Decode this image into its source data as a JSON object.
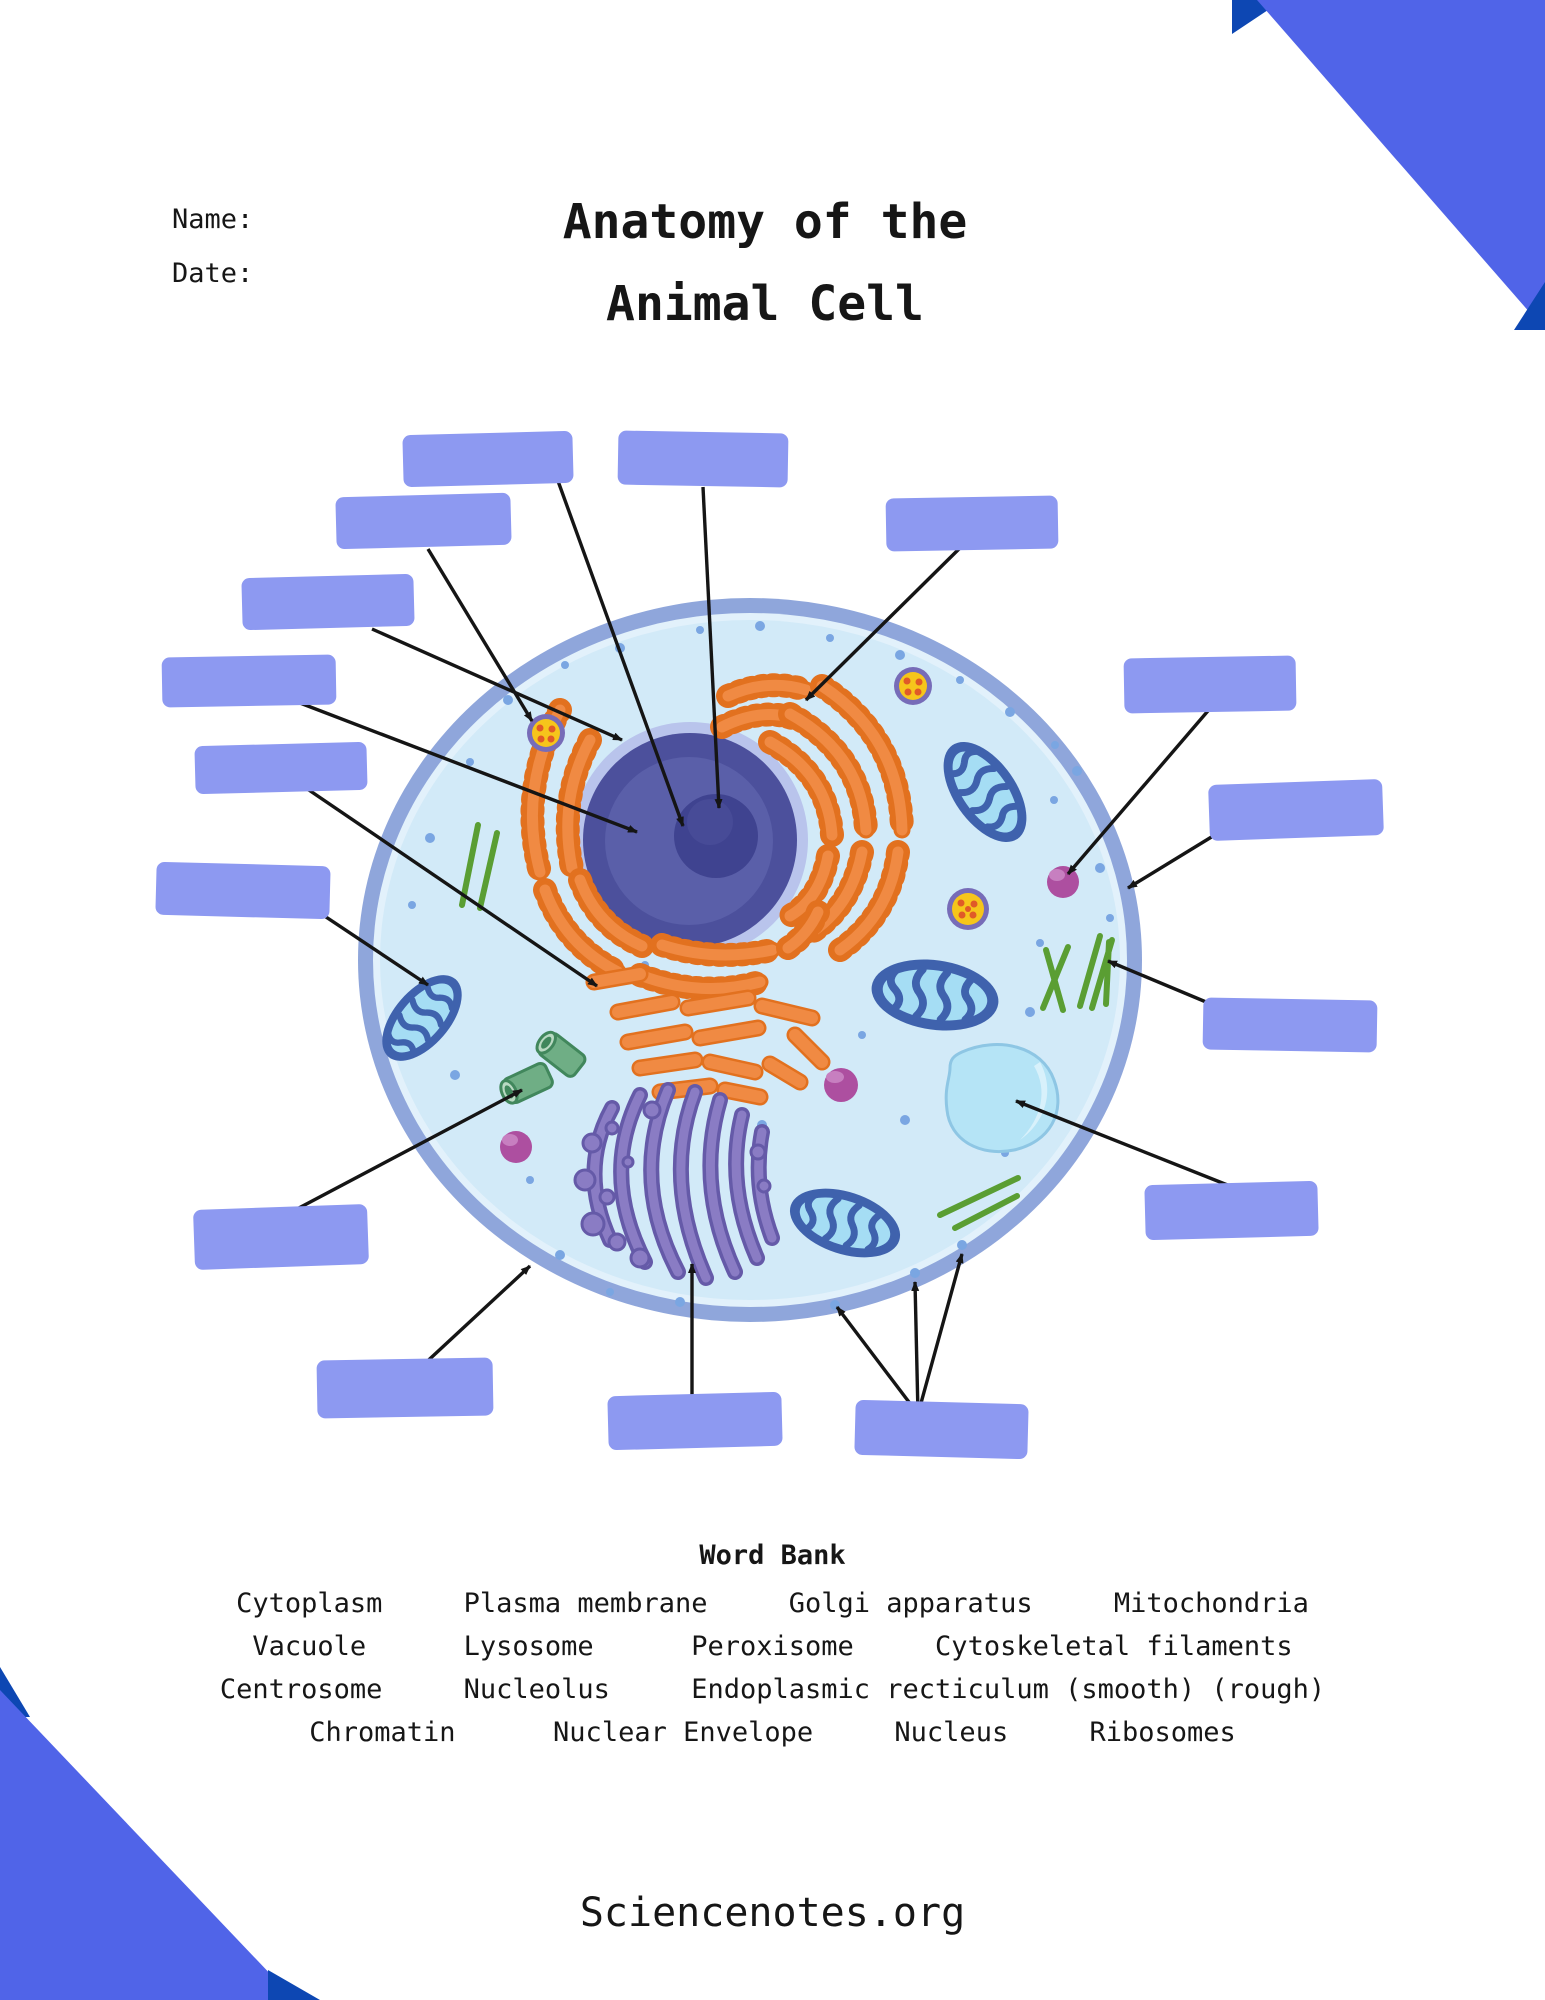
{
  "header": {
    "name_label": "Name:",
    "date_label": "Date:",
    "title_line1": "Anatomy of the",
    "title_line2": "Animal Cell"
  },
  "word_bank": {
    "title": "Word Bank",
    "rows": [
      "Cytoplasm     Plasma membrane     Golgi apparatus     Mitochondria",
      "Vacuole      Lysosome      Peroxisome     Cytoskeletal filaments",
      "Centrosome     Nucleolus     Endoplasmic recticulum (smooth) (rough)",
      "Chromatin      Nuclear Envelope     Nucleus     Ribosomes"
    ]
  },
  "footer": {
    "site": "Sciencenotes.org"
  },
  "colors": {
    "box_blue": "#8d99f1",
    "corner_blue": "#5064e8",
    "corner_navy": "#0d47b3",
    "cell_membrane": "#8fa6db",
    "cell_rim": "#e2f1fb",
    "cytoplasm": "#d2eaf8",
    "ribosome_blue": "#7aa6e2",
    "nucleus_envelope": "#b9c4ec",
    "nucleus_body": "#4c509c",
    "nucleus_mid": "#5a5fa9",
    "nucleolus": "#3f4390",
    "nucleus_core": "#474b97",
    "er_orange": "#f08a43",
    "er_dark": "#e2711f",
    "golgi_purple": "#8a7cc4",
    "golgi_dark": "#655aa8",
    "mito_blue": "#3f62ad",
    "mito_fill": "#a5ddf4",
    "peroxisome_ring": "#776cb8",
    "peroxisome_yellow": "#f6c51b",
    "peroxisome_dot": "#e05a28",
    "lysosome_magenta": "#ad4fa0",
    "lysosome_highlight": "#c77fc0",
    "vacuole_fill": "#b5e4f6",
    "vacuole_edge": "#8ec6e4",
    "vacuole_highlight": "#d8f1fb",
    "centrosome_green": "#6fae85",
    "centrosome_dark": "#41875c",
    "centrosome_cap": "#b9d9c2",
    "filament_green": "#5a9e33",
    "line_black": "#151515"
  }
}
